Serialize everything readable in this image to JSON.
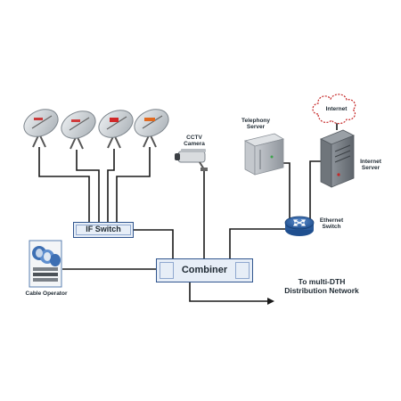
{
  "diagram": {
    "if_switch": "IF Switch",
    "combiner": "Combiner",
    "cable_operator": "Cable Operator",
    "cctv_camera": "CCTV\nCamera",
    "telephony_server": "Telephony\nServer",
    "internet_server": "Internet\nServer",
    "internet_cloud": "Internet",
    "ethernet_switch": "Ethernet\nSwitch",
    "output_label": "To multi-DTH\nDistribution Network"
  },
  "colors": {
    "line": "#1a1a1a",
    "box_fill": "#e7eef7",
    "box_border": "#31568f",
    "dish": "#cfd4d8",
    "server_front": "#aab0b7",
    "router": "#2c5d9c",
    "cloud_border": "#c62828"
  },
  "icons": {
    "dish": "satellite-dish-icon",
    "camera": "cctv-camera-icon",
    "server": "server-icon",
    "router": "router-icon",
    "cloud": "cloud-icon",
    "cable_operator": "cable-operator-icon"
  }
}
